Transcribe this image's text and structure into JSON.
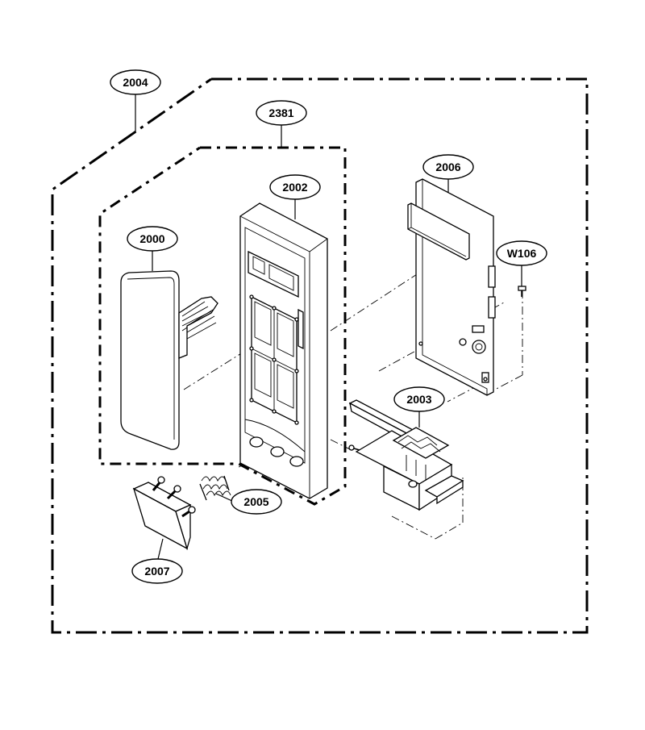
{
  "callouts": [
    {
      "id": "c2004",
      "label": "2004"
    },
    {
      "id": "c2381",
      "label": "2381"
    },
    {
      "id": "c2002",
      "label": "2002"
    },
    {
      "id": "c2000",
      "label": "2000"
    },
    {
      "id": "c2006",
      "label": "2006"
    },
    {
      "id": "cW106",
      "label": "W106"
    },
    {
      "id": "c2003",
      "label": "2003"
    },
    {
      "id": "c2005",
      "label": "2005"
    },
    {
      "id": "c2007",
      "label": "2007"
    }
  ]
}
